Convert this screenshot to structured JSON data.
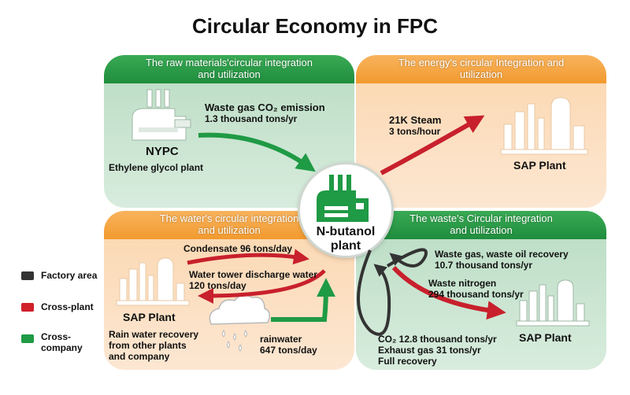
{
  "title": "Circular Economy in FPC",
  "panels": {
    "raw_materials": {
      "heading_line1": "The raw materials'circular integration",
      "heading_line2": "and utilization",
      "flow_line1": "Waste gas CO₂ emission",
      "flow_line2": "1.3 thousand tons/yr",
      "plant_name": "NYPC",
      "plant_desc": "Ethylene glycol plant"
    },
    "energy": {
      "heading_line1": "The energy's circular Integration and",
      "heading_line2": "utilization",
      "flow_line1": "21K Steam",
      "flow_line2": "3 tons/hour",
      "plant_name": "SAP Plant"
    },
    "water": {
      "heading_line1": "The water's circular integration",
      "heading_line2": "and utilization",
      "condensate": "Condensate 96 tons/day",
      "tower_line1": "Water tower discharge water",
      "tower_line2": "120 tons/day",
      "plant_name": "SAP Plant",
      "recovery_line1": "Rain water recovery",
      "recovery_line2": "from other plants",
      "recovery_line3": "and company",
      "rain_line1": "rainwater",
      "rain_line2": "647 tons/day"
    },
    "waste": {
      "heading_line1": "The waste's Circular integration",
      "heading_line2": "and utilization",
      "recovery_line1": "Waste gas, waste oil recovery",
      "recovery_line2": "10.7 thousand tons/yr",
      "nitrogen_line1": "Waste nitrogen",
      "nitrogen_line2": "294 thousand tons/yr",
      "co2_line1": "CO₂ 12.8 thousand tons/yr",
      "co2_line2": "Exhaust gas 31 tons/yr",
      "co2_line3": "Full recovery",
      "plant_name": "SAP Plant"
    }
  },
  "center": {
    "line1": "N-butanol",
    "line2": "plant"
  },
  "legend": [
    {
      "label": "Factory area",
      "color": "#333333"
    },
    {
      "label": "Cross-plant",
      "color": "#d0202a"
    },
    {
      "label_line1": "Cross-",
      "label_line2": "company",
      "color": "#1f9a45"
    }
  ],
  "colors": {
    "green": "#1f9a45",
    "red": "#c8202c",
    "dark": "#333333",
    "orange": "#f29a2e"
  }
}
